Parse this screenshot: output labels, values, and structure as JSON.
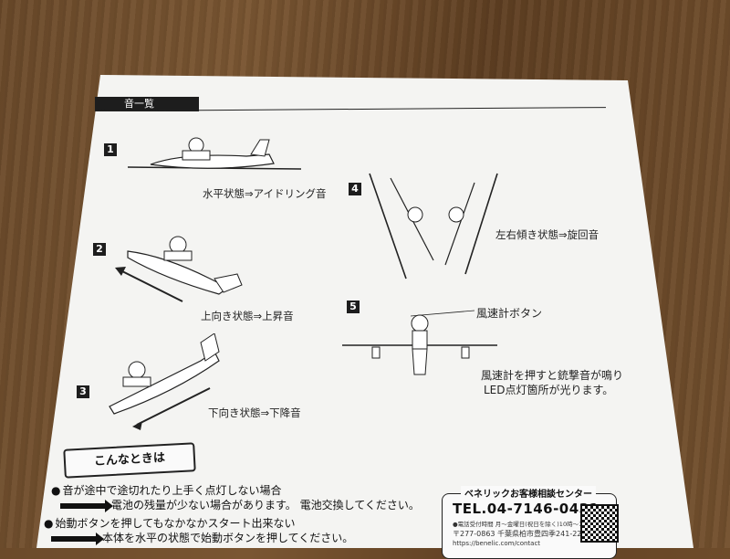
{
  "section": {
    "title": "音一覧"
  },
  "steps": [
    {
      "number": "1",
      "caption": "水平状態⇒アイドリング音"
    },
    {
      "number": "2",
      "caption": "上向き状態⇒上昇音"
    },
    {
      "number": "3",
      "caption": "下向き状態⇒下降音"
    },
    {
      "number": "4",
      "caption": "左右傾き状態⇒旋回音"
    },
    {
      "number": "5",
      "callout": "風速計ボタン",
      "caption_line1": "風速計を押すと銃撃音が鳴り",
      "caption_line2": "LED点灯箇所が光ります。"
    }
  ],
  "troubleshoot": {
    "title": "こんなときは",
    "items": [
      {
        "problem": "音が途中で途切れたり上手く点灯しない場合",
        "solution": "電池の残量が少ない場合があります。 電池交換してください。"
      },
      {
        "problem": "始動ボタンを押してもなかなかスタート出来ない",
        "solution": "本体を水平の状態で始動ボタンを押してください。"
      }
    ]
  },
  "contact": {
    "heading": "ベネリックお客様相談センター",
    "tel": "TEL.04-7146-0431",
    "hours": "●電話受付時間 月～金曜日(祝日を除く)10時～18時",
    "address": "〒277-0863 千葉県柏市豊四季241-22",
    "url": "https://benelic.com/contact"
  },
  "colors": {
    "paper": "#f4f4f2",
    "ink": "#1d1d1d",
    "table": "#6b4a2a"
  }
}
